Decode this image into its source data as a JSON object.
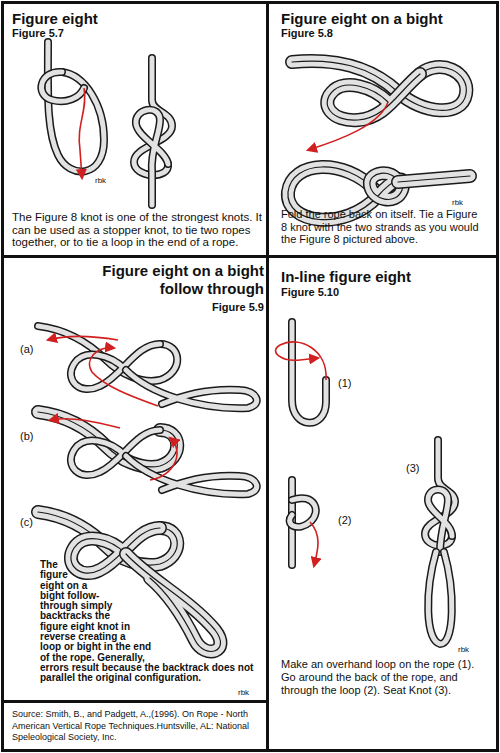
{
  "diagram": {
    "caption": "Source: Smith, B., and Padgett, A.,(1996). On Rope - North American Vertical Rope Techniques.Huntsville, AL: National Speleological Society, Inc.",
    "nodes": [
      {
        "text": [
          "Figure eight",
          "Figure 5.7",
          "The Figure 8 knot is one of the strongest knots. It can be used as a stopper knot, to tie two ropes together, or to tie a loop in the end of a rope."
        ]
      },
      {
        "text": [
          "Figure eight on a bight",
          "Figure 5.8",
          "Fold the rope back on itself. Tie a Figure 8 knot with the two strands as you would the Figure 8 pictured above."
        ]
      },
      {
        "text": [
          "Figure eight on a bight follow through",
          "Figure 5.9",
          "The figure eight on a bight follow-through simply backtracks the figure eight knot in reverse creating a loop or bight in the end of the rope. Generally, errors result because the backtrack does not parallel the original configuration."
        ]
      },
      {
        "text": [
          "In-line figure eight",
          "Figure 5.10",
          "Make an overhand loop on the rope (1). Go around the back of the rope, and through the loop (2). Seat Knot (3)."
        ]
      }
    ],
    "labels": [
      "rbk",
      "rbk",
      "(a)",
      "(b)",
      "(c)",
      "rbk",
      "(1)",
      "(2)",
      "(3)",
      "rbk"
    ]
  }
}
